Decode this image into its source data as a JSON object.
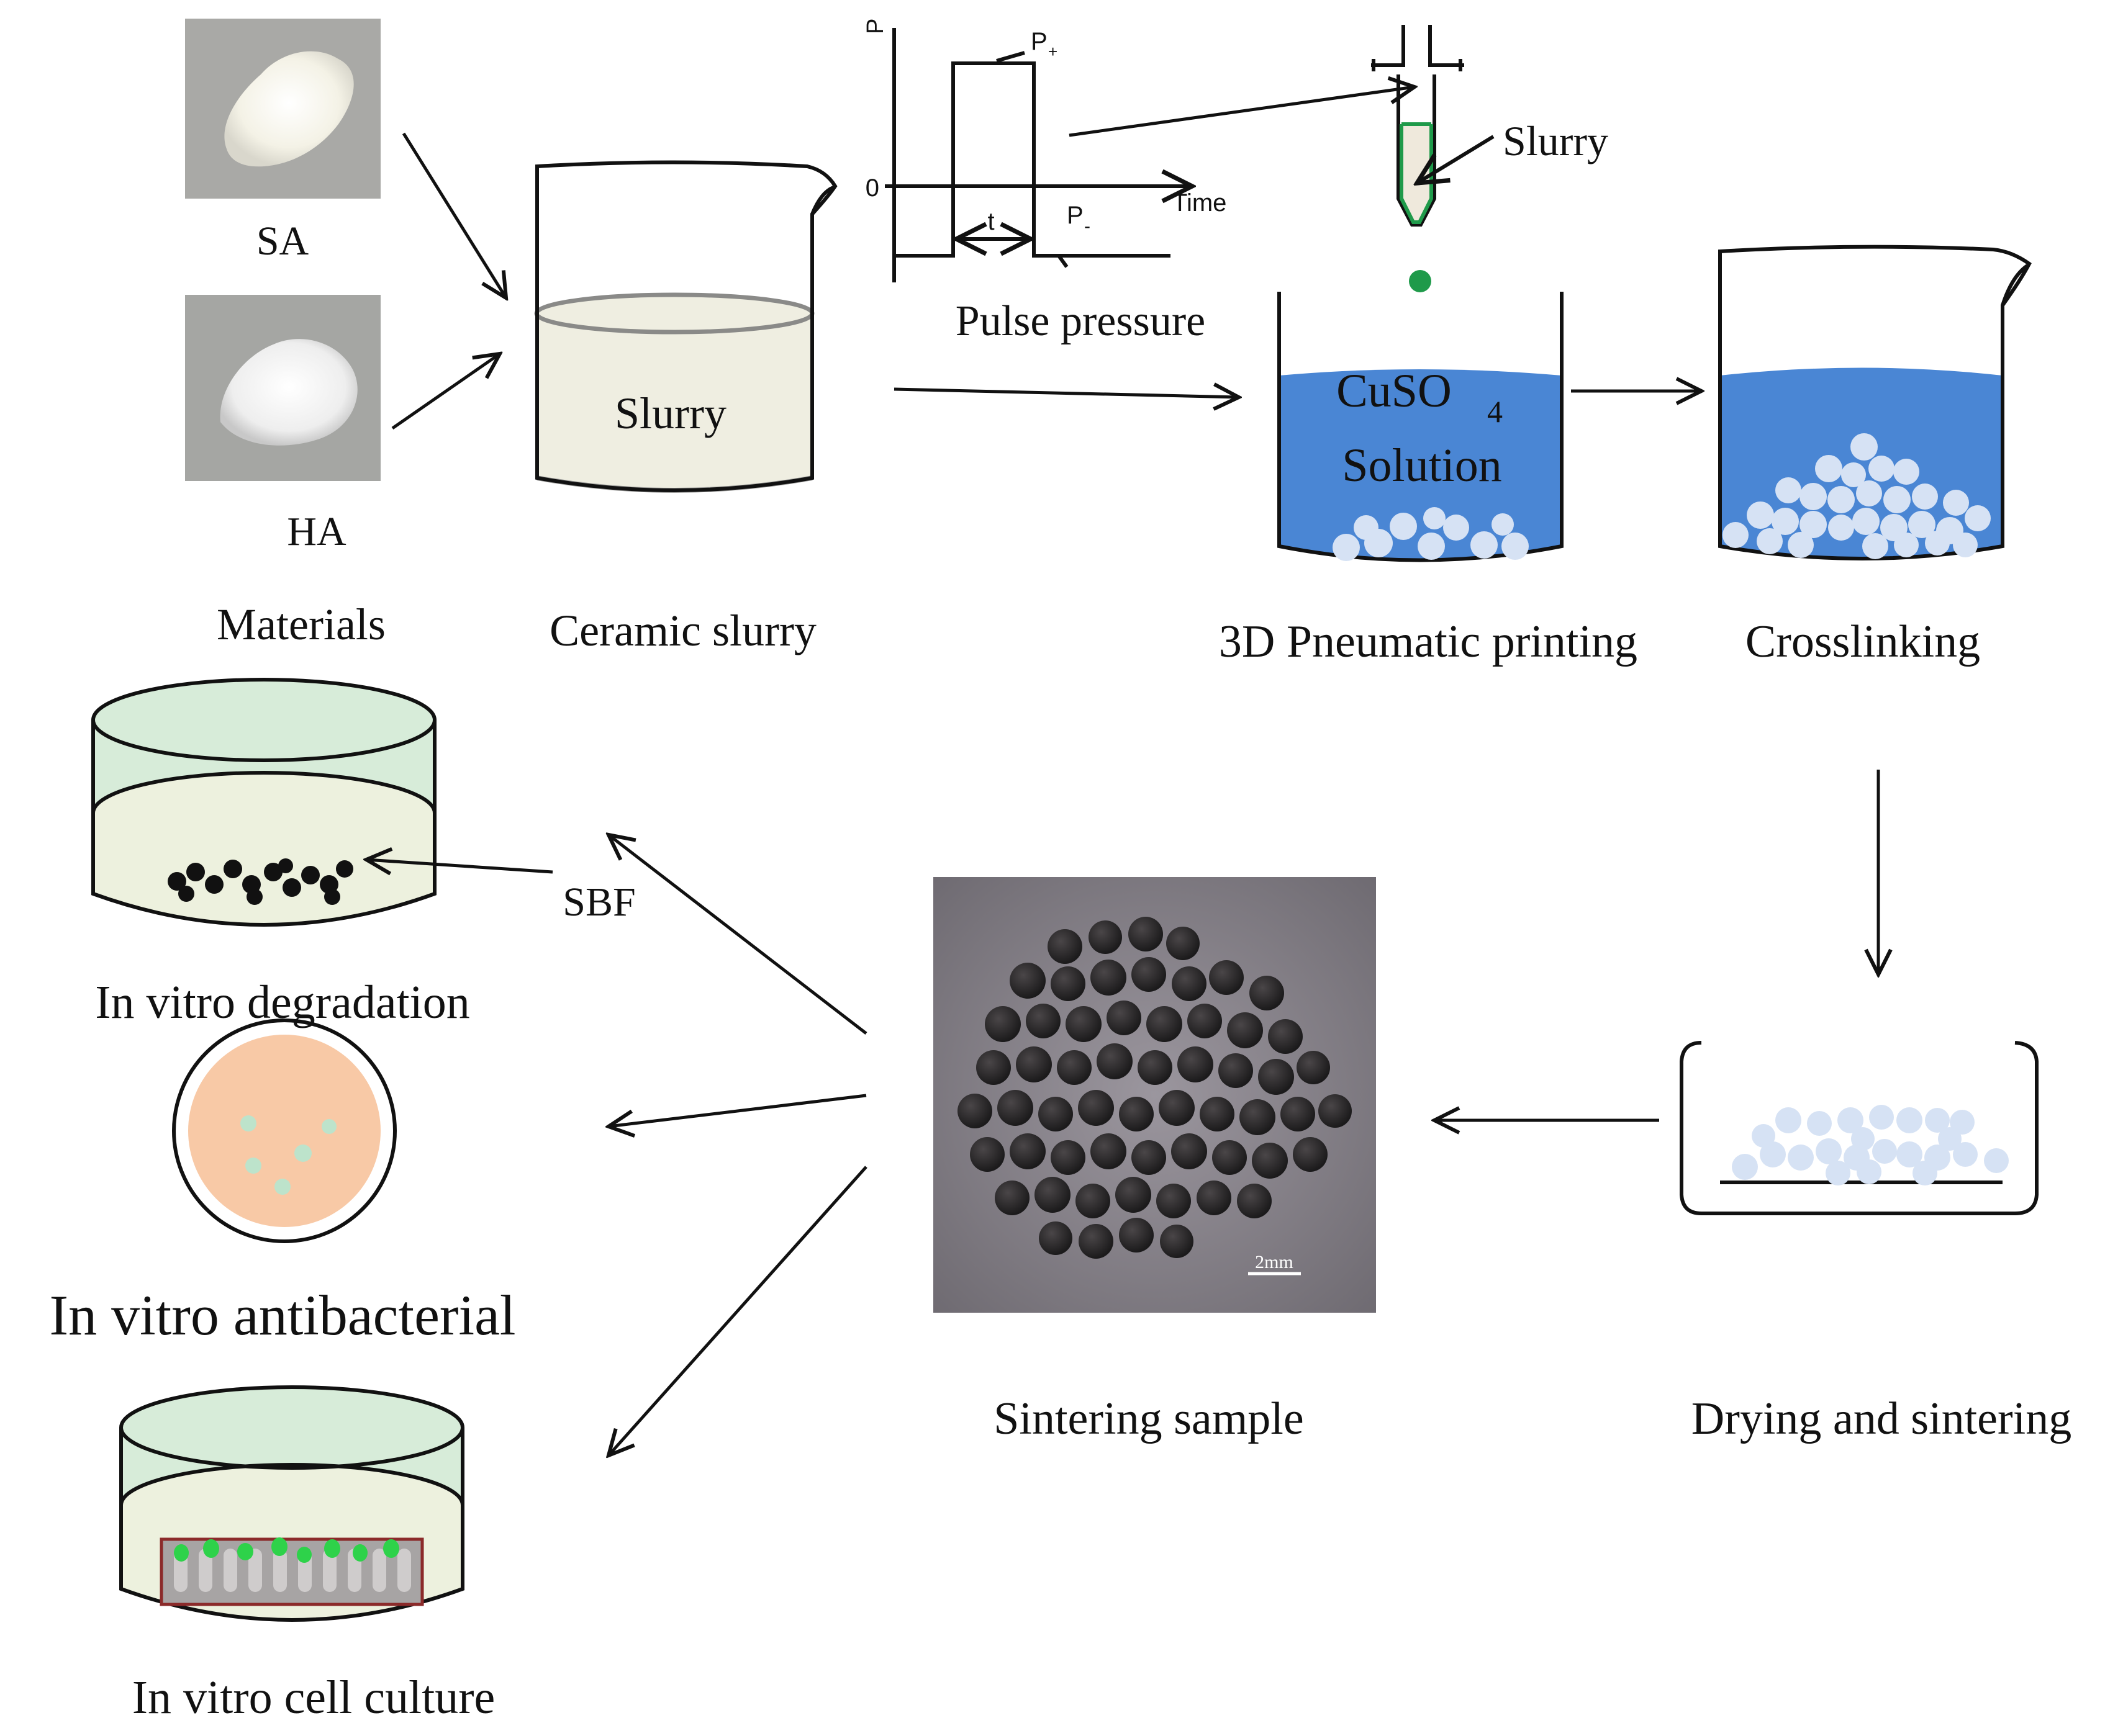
{
  "materials": {
    "sa_label": "SA",
    "ha_label": "HA",
    "caption": "Materials"
  },
  "ceramic": {
    "slurry_label": "Slurry",
    "caption": "Ceramic slurry"
  },
  "pulse": {
    "y_axis_label": "P",
    "zero_label": "0",
    "x_axis_label": "Time",
    "p_plus_label": "P",
    "p_plus_sub": "+",
    "p_minus_label": "P",
    "p_minus_sub": "-",
    "t_label": "t",
    "caption": "Pulse pressure"
  },
  "nozzle": {
    "slurry_label": "Slurry"
  },
  "printing": {
    "solution_formula_main": "CuSO",
    "solution_formula_sub": "4",
    "solution_word": "Solution",
    "caption": "3D Pneumatic printing"
  },
  "crosslinking": {
    "caption": "Crosslinking"
  },
  "drying": {
    "caption": "Drying and sintering"
  },
  "sample": {
    "scale_label": "2mm",
    "caption": "Sintering sample"
  },
  "degradation": {
    "medium_label": "SBF",
    "caption": "In vitro degradation"
  },
  "antibacterial": {
    "caption": "In vitro antibacterial"
  },
  "cell_culture": {
    "caption": "In vitro cell culture"
  },
  "colors": {
    "slurry_fill": "#efeee1",
    "solution_blue": "#4a86d4",
    "bead_light": "#d6e2f4",
    "dish_green": "#d7ecd9",
    "agar_peach": "#f8c9a6",
    "drop_green": "#1f9a4a",
    "sample_bg": "#8f8a92",
    "sample_bead": "#262626"
  }
}
